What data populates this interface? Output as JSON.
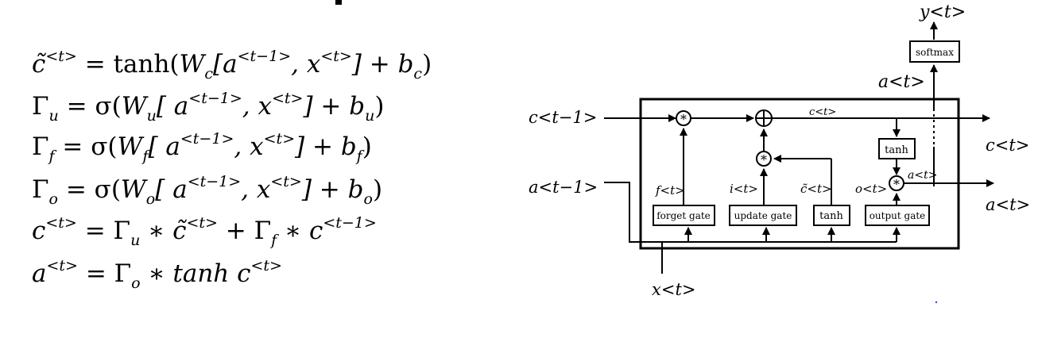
{
  "equations": {
    "c_tilde": {
      "lhs": "c̃",
      "lhs_sup": "<t>",
      "eq": "= tanh(",
      "w": "W",
      "w_sub": "c",
      "a": "[a",
      "a_sup": "<t−1>",
      "x": ", x",
      "x_sup": "<t>",
      "b": "] + b",
      "b_sub": "c",
      "close": ")"
    },
    "gamma_u": {
      "lhs": "Γ",
      "lhs_sub": "u",
      "eq": " = σ(",
      "w": "W",
      "w_sub": "u",
      "a": "[ a",
      "a_sup": "<t−1>",
      "x": ", x",
      "x_sup": "<t>",
      "b": "] + b",
      "b_sub": "u",
      "close": ")"
    },
    "gamma_f": {
      "lhs": "Γ",
      "lhs_sub": "f",
      "eq": " = σ(",
      "w": "W",
      "w_sub": "f",
      "a": "[ a",
      "a_sup": "<t−1>",
      "x": ", x",
      "x_sup": "<t>",
      "b": "] + b",
      "b_sub": "f",
      "close": ")"
    },
    "gamma_o": {
      "lhs": "Γ",
      "lhs_sub": "o",
      "eq": " = σ(",
      "w": "W",
      "w_sub": "o",
      "a": "[ a",
      "a_sup": "<t−1>",
      "x": ", x",
      "x_sup": "<t>",
      "b": "] + b",
      "b_sub": "o",
      "close": ")"
    },
    "c_t": {
      "lhs": "c",
      "lhs_sup": "<t>",
      "eq": " =  Γ",
      "g1_sub": "u",
      "m1": " ∗ c̃",
      "m1_sup": "<t>",
      "plus": " + Γ",
      "g2_sub": "f",
      "m2": " ∗ c",
      "m2_sup": "<t−1>"
    },
    "a_t": {
      "lhs": "a",
      "lhs_sup": "<t>",
      "eq": " = Γ",
      "g_sub": "o",
      "rest": " ∗ tanh c",
      "rest_sup": "<t>"
    }
  },
  "diagram": {
    "y_out": "y<t>",
    "softmax": "softmax",
    "a_up": "a<t>",
    "c_prev": "c<t−1>",
    "a_prev": "a<t−1>",
    "x_in": "x<t>",
    "c_inner": "c<t>",
    "c_out": "c<t>",
    "a_out": "a<t>",
    "a_inner": "a<t>",
    "f_label": "f<t>",
    "i_label": "i<t>",
    "ctilde_label": "c̃<t>",
    "o_label": "o<t>",
    "forget_gate": "forget gate",
    "update_gate": "update gate",
    "tanh_gate": "tanh",
    "output_gate": "output gate",
    "tanh_cell": "tanh",
    "mult_symbol": "*",
    "add_symbol": "+"
  }
}
